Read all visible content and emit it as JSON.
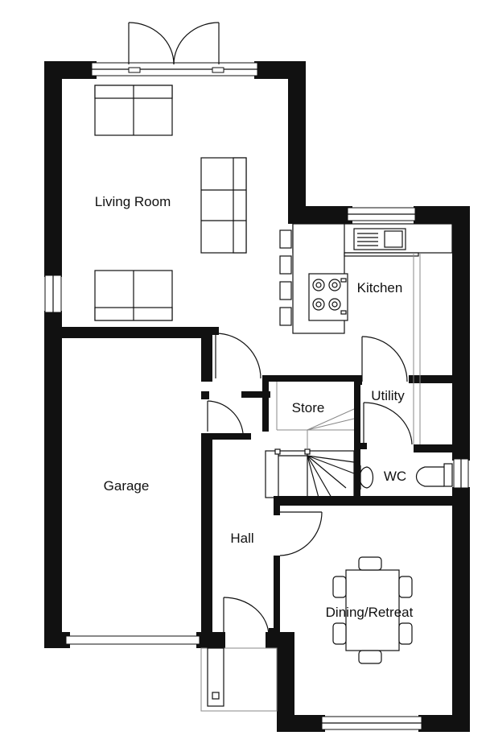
{
  "rooms": {
    "living": "Living Room",
    "kitchen": "Kitchen",
    "store": "Store",
    "utility": "Utility",
    "garage": "Garage",
    "wc": "WC",
    "hall": "Hall",
    "dining": "Dining/Retreat"
  },
  "colors": {
    "wall": "#111111",
    "background": "#ffffff"
  }
}
